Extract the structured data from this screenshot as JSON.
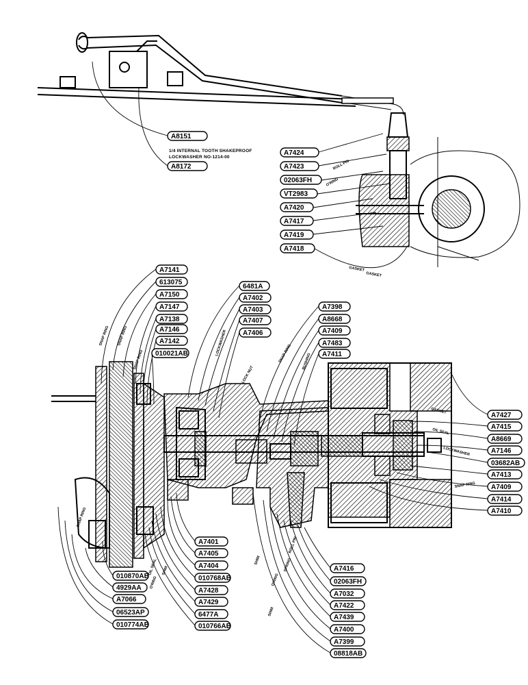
{
  "callouts": [
    "A8151",
    "A8172",
    "A7424",
    "A7423",
    "02063FH",
    "VT2983",
    "A7420",
    "A7417",
    "A7419",
    "A7418",
    "A7141",
    "613075",
    "A7150",
    "A7147",
    "A7138",
    "A7146",
    "A7142",
    "010021AB",
    "6481A",
    "A7402",
    "A7403",
    "A7407",
    "A7406",
    "A7398",
    "A8668",
    "A7409",
    "A7483",
    "A7411",
    "A7427",
    "A7415",
    "A8669",
    "A7146",
    "03682AB",
    "A7413",
    "A7409",
    "A7414",
    "A7410",
    "A7401",
    "A7405",
    "A7404",
    "010768AB",
    "A7428",
    "A7429",
    "6477A",
    "010766AB",
    "010870AB",
    "4929AA",
    "A7066",
    "06523AP",
    "010774AB",
    "A7416",
    "02063FH",
    "A7032",
    "A7422",
    "A7439",
    "A7400",
    "A7399",
    "08818AB"
  ],
  "note_lines": [
    "1/4 INTERNAL TOOTH SHAKEPROOF",
    "LOCKWASHER NO-1214-00"
  ],
  "part_labels": [
    "ROLL PIN",
    "O'RING",
    "GASKET",
    "SNAP RING",
    "SNAP RING",
    "LOCKWASHER",
    "LOCK NUT",
    "SNAP RING",
    "BUSHING",
    "GASKET",
    "OIL SEAL",
    "LOCKWASHER",
    "SNAP RING",
    "SNAP RING",
    "SHIM",
    "OIL SEAL",
    "O'RING",
    "ROLL PIN",
    "SPRING",
    "O'RING",
    "SHIM",
    "SHIM",
    "SNAP RING",
    "GASKET"
  ]
}
